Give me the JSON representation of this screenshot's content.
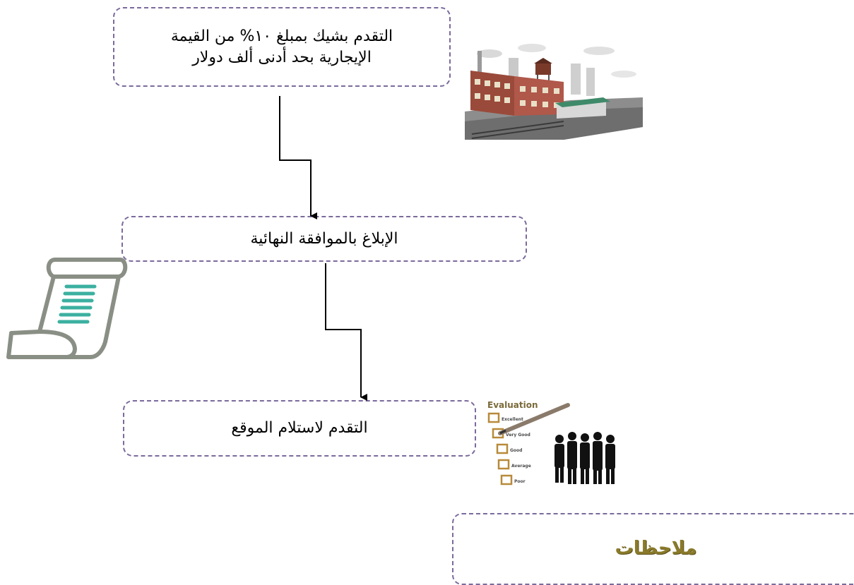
{
  "steps": [
    {
      "text_line1": "التقدم بشيك بمبلغ ١٠% من القيمة",
      "text_line2": "الإيجارية بحد أدنى ألف دولار"
    },
    {
      "text": "الإبلاغ بالموافقة النهائية"
    },
    {
      "text": "التقدم لاستلام الموقع"
    }
  ],
  "notes": {
    "title": "ملاحظات"
  },
  "evaluation_icon": {
    "title": "Evaluation",
    "options": [
      "Excellent",
      "Very Good",
      "Good",
      "Average",
      "Poor"
    ]
  },
  "icons": {
    "factory": "factory-illustration",
    "scroll": "document-scroll-icon",
    "evaluation": "evaluation-checklist-illustration"
  },
  "colors": {
    "box_border": "#7b6a9c",
    "arrow": "#000000",
    "notes_title": "#8a7a2a",
    "scroll_stroke": "#8a8f85",
    "scroll_lines": "#3bb0a0"
  }
}
